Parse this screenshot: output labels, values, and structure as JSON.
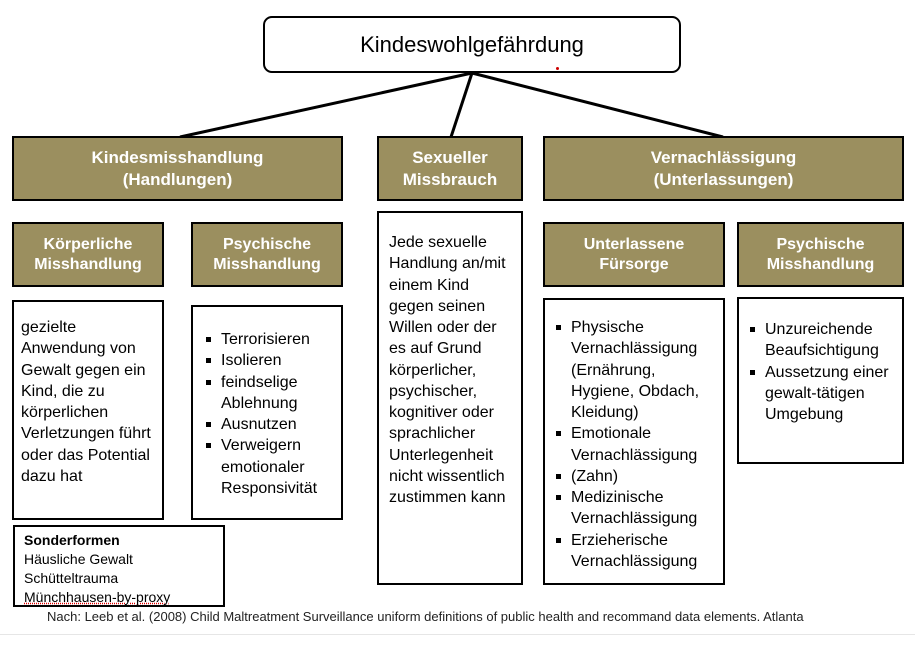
{
  "root": {
    "title": "Kindeswohlgefährdung"
  },
  "categories": [
    {
      "line1": "Kindesmisshandlung",
      "line2": "(Handlungen)"
    },
    {
      "line1": "Sexueller",
      "line2": "Missbrauch"
    },
    {
      "line1": "Vernachlässigung",
      "line2": "(Unterlassungen)"
    }
  ],
  "subcategories": [
    {
      "line1": "Körperliche",
      "line2": "Misshandlung"
    },
    {
      "line1": "Psychische",
      "line2": "Misshandlung"
    },
    {
      "line1": "Unterlassene",
      "line2": "Fürsorge"
    },
    {
      "line1": "Psychische",
      "line2": "Misshandlung"
    }
  ],
  "details": {
    "koerperlich": "gezielte Anwendung von Gewalt gegen ein Kind, die zu körperlichen Verletzungen führt oder das Potential dazu hat",
    "psychisch_kind": [
      "Terrorisieren",
      "Isolieren",
      "feindselige Ablehnung",
      "Ausnutzen",
      "Verweigern emotionaler Responsivität"
    ],
    "sexuell": "Jede sexuelle Handlung an/mit einem Kind gegen seinen Willen oder der es auf Grund körperlicher, psychischer, kognitiver oder sprachlicher Unterlegenheit nicht wissentlich zustimmen kann",
    "fuersorge": [
      "Physische Vernachlässigung (Ernährung, Hygiene, Obdach, Kleidung)",
      "Emotionale Vernachlässigung",
      "(Zahn)",
      "Medizinische Vernachlässigung",
      "Erzieherische Vernachlässigung"
    ],
    "psychisch_vern": [
      "Unzureichende Beaufsichtigung",
      "Aussetzung einer gewalt-tätigen Umgebung"
    ]
  },
  "sonderformen": {
    "heading": "Sonderformen",
    "items": [
      "Häusliche Gewalt",
      "Schütteltrauma",
      "Münchhausen-by-proxy"
    ]
  },
  "source": "Nach: Leeb et al. (2008) Child Maltreatment Surveillance uniform definitions of public health and recommand data elements. Atlanta"
}
